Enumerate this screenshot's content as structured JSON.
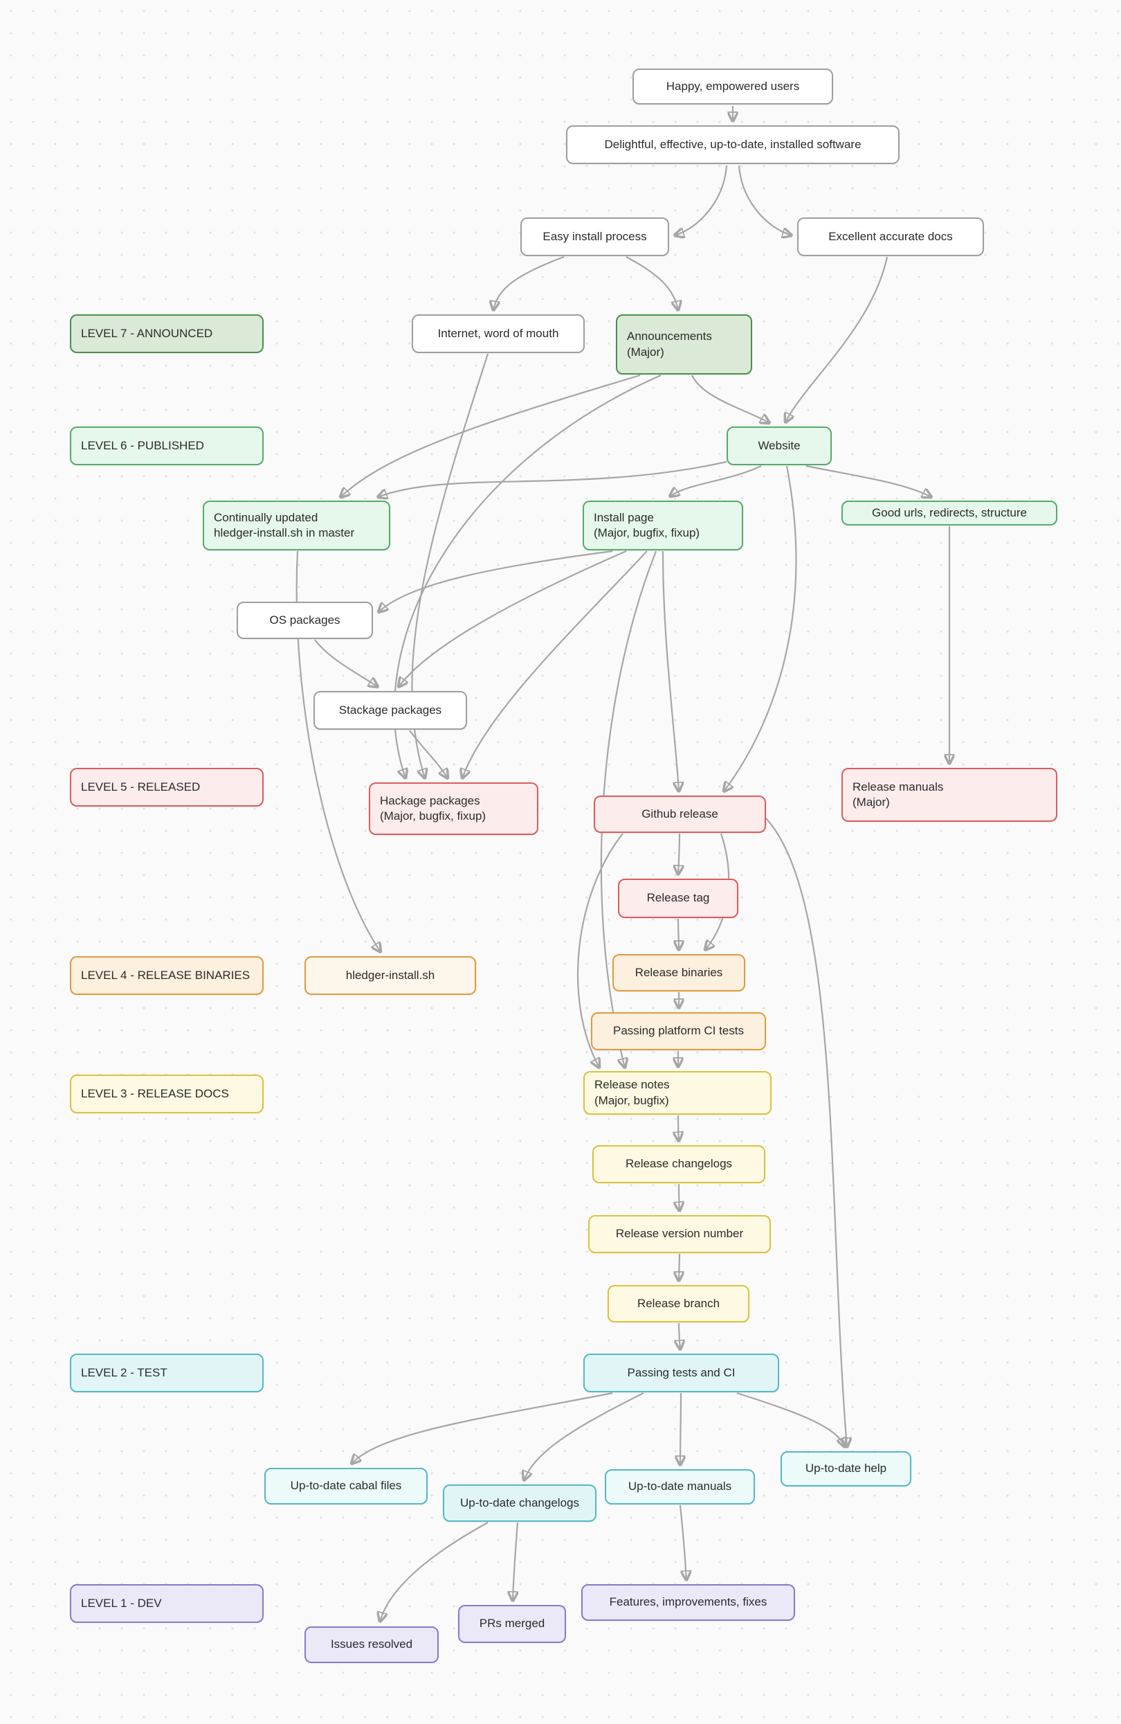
{
  "diagram": {
    "nodes": {
      "happy": {
        "label": "Happy, empowered users"
      },
      "delightful": {
        "label": "Delightful, effective, up-to-date, installed software"
      },
      "easy_install": {
        "label": "Easy install process"
      },
      "excellent_docs": {
        "label": "Excellent accurate docs"
      },
      "level7": {
        "label": "LEVEL 7 - ANNOUNCED"
      },
      "internet": {
        "label": "Internet, word of mouth"
      },
      "announcements": {
        "label": "Announcements",
        "sublabel": "(Major)"
      },
      "level6": {
        "label": "LEVEL 6 - PUBLISHED"
      },
      "website": {
        "label": "Website"
      },
      "continually": {
        "label": "Continually updated",
        "sublabel": "hledger-install.sh in master"
      },
      "install_page": {
        "label": "Install page",
        "sublabel": "(Major, bugfix, fixup)"
      },
      "good_urls": {
        "label": "Good urls, redirects, structure"
      },
      "os_packages": {
        "label": "OS packages"
      },
      "stackage": {
        "label": "Stackage packages"
      },
      "level5": {
        "label": "LEVEL 5 - RELEASED"
      },
      "hackage": {
        "label": "Hackage packages",
        "sublabel": "(Major, bugfix, fixup)"
      },
      "github_release": {
        "label": "Github release"
      },
      "release_manuals": {
        "label": "Release manuals",
        "sublabel": "(Major)"
      },
      "release_tag": {
        "label": "Release tag"
      },
      "level4": {
        "label": "LEVEL 4 - RELEASE BINARIES"
      },
      "hledger_install": {
        "label": "hledger-install.sh"
      },
      "release_binaries": {
        "label": "Release binaries"
      },
      "passing_platform": {
        "label": "Passing platform CI tests"
      },
      "level3": {
        "label": "LEVEL 3 - RELEASE DOCS"
      },
      "release_notes": {
        "label": "Release notes",
        "sublabel": "(Major, bugfix)"
      },
      "release_changelogs": {
        "label": "Release changelogs"
      },
      "release_version": {
        "label": "Release version number"
      },
      "release_branch": {
        "label": "Release branch"
      },
      "level2": {
        "label": "LEVEL 2 - TEST"
      },
      "passing_tests": {
        "label": "Passing tests and CI"
      },
      "cabal_files": {
        "label": "Up-to-date cabal files"
      },
      "changelogs": {
        "label": "Up-to-date changelogs"
      },
      "manuals": {
        "label": "Up-to-date manuals"
      },
      "help": {
        "label": "Up-to-date help"
      },
      "level1": {
        "label": "LEVEL 1 - DEV"
      },
      "features": {
        "label": "Features, improvements, fixes"
      },
      "prs_merged": {
        "label": "PRs merged"
      },
      "issues_resolved": {
        "label": "Issues resolved"
      }
    },
    "edges": [
      [
        "happy",
        "delightful"
      ],
      [
        "delightful",
        "easy_install"
      ],
      [
        "delightful",
        "excellent_docs"
      ],
      [
        "easy_install",
        "internet"
      ],
      [
        "easy_install",
        "announcements"
      ],
      [
        "excellent_docs",
        "website"
      ],
      [
        "announcements",
        "website"
      ],
      [
        "website",
        "install_page"
      ],
      [
        "website",
        "continually"
      ],
      [
        "website",
        "good_urls"
      ],
      [
        "website",
        "github_release"
      ],
      [
        "good_urls",
        "release_manuals"
      ],
      [
        "announcements",
        "continually"
      ],
      [
        "announcements",
        "hackage"
      ],
      [
        "internet",
        "hackage"
      ],
      [
        "install_page",
        "os_packages"
      ],
      [
        "install_page",
        "stackage"
      ],
      [
        "install_page",
        "hackage"
      ],
      [
        "install_page",
        "github_release"
      ],
      [
        "install_page",
        "release_notes"
      ],
      [
        "continually",
        "hledger_install"
      ],
      [
        "os_packages",
        "stackage"
      ],
      [
        "stackage",
        "hackage"
      ],
      [
        "github_release",
        "release_tag"
      ],
      [
        "github_release",
        "release_binaries"
      ],
      [
        "github_release",
        "release_notes"
      ],
      [
        "github_release",
        "help"
      ],
      [
        "release_tag",
        "release_binaries"
      ],
      [
        "release_binaries",
        "passing_platform"
      ],
      [
        "passing_platform",
        "release_notes"
      ],
      [
        "release_notes",
        "release_changelogs"
      ],
      [
        "release_changelogs",
        "release_version"
      ],
      [
        "release_version",
        "release_branch"
      ],
      [
        "release_branch",
        "passing_tests"
      ],
      [
        "passing_tests",
        "cabal_files"
      ],
      [
        "passing_tests",
        "changelogs"
      ],
      [
        "passing_tests",
        "manuals"
      ],
      [
        "passing_tests",
        "help"
      ],
      [
        "manuals",
        "features"
      ],
      [
        "changelogs",
        "prs_merged"
      ],
      [
        "changelogs",
        "issues_resolved"
      ]
    ],
    "palette": {
      "background": "#fafafa",
      "dot_color": "#e0e0e4",
      "edge_color": "#a6a6a6",
      "white_border": "#9e9e9e",
      "green_announced_bg": "#dbead7",
      "green_announced_border": "#4a8f50",
      "green_published_bg": "#e6f7eb",
      "green_published_border": "#54ab6c",
      "red_released_bg": "#fdecec",
      "red_released_border": "#dd5b5b",
      "orange_binaries_bg": "#fdf0de",
      "orange_binaries_border": "#e29a3d",
      "yellow_docs_bg": "#fdf9e2",
      "yellow_docs_border": "#dcc23e",
      "cyan_test_bg": "#e1f5f7",
      "cyan_test_border": "#53b9c3",
      "purple_dev_bg": "#ebe8f8",
      "purple_dev_border": "#857bcb"
    }
  }
}
